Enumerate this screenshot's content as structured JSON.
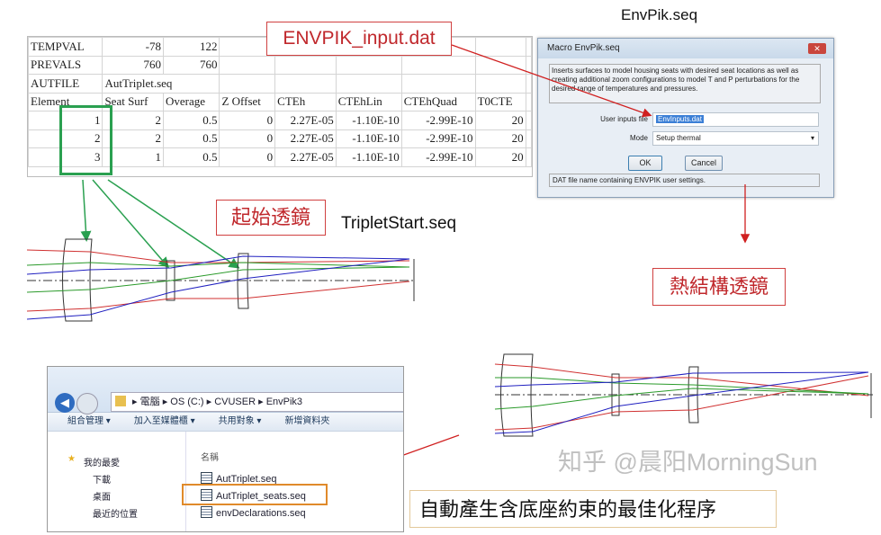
{
  "spreadsheet": {
    "rows": [
      [
        "TEMPVAL",
        "-78",
        "122",
        "",
        "",
        "",
        "",
        "",
        ""
      ],
      [
        "PREVALS",
        "760",
        "760",
        "",
        "",
        "",
        "",
        "",
        ""
      ],
      [
        "AUTFILE",
        "AutTriplet.seq",
        "",
        "",
        "",
        "",
        "",
        "",
        ""
      ],
      [
        "Element",
        "Seat Surf",
        "Overage",
        "Z Offset",
        "CTEh",
        "CTEhLin",
        "CTEhQuad",
        "T0CTE",
        ""
      ],
      [
        "1",
        "2",
        "0.5",
        "0",
        "2.27E-05",
        "-1.10E-10",
        "-2.99E-10",
        "20",
        ""
      ],
      [
        "2",
        "2",
        "0.5",
        "0",
        "2.27E-05",
        "-1.10E-10",
        "-2.99E-10",
        "20",
        ""
      ],
      [
        "3",
        "1",
        "0.5",
        "0",
        "2.27E-05",
        "-1.10E-10",
        "-2.99E-10",
        "20",
        ""
      ]
    ]
  },
  "labels": {
    "envpik_input": "ENVPIK_input.dat",
    "envpik_seq": "EnvPik.seq",
    "start_lens": "起始透鏡",
    "triplet_start": "TripletStart.seq",
    "thermal_lens": "熱結構透鏡",
    "auto_opt": "自動產生含底座約束的最佳化程序",
    "watermark": "知乎 @晨阳MorningSun"
  },
  "dialog": {
    "title": "Macro EnvPik.seq",
    "close": "✕",
    "description": "Inserts surfaces to model housing seats with desired seat locations as well as creating additional zoom configurations to model T and P perturbations for the desired range of temperatures and pressures.",
    "user_inputs_label": "User inputs file",
    "user_inputs_value": "EnvInputs.dat",
    "mode_label": "Mode",
    "mode_value": "Setup thermal",
    "ok": "OK",
    "cancel": "Cancel",
    "status": "DAT file name containing ENVPIK user settings."
  },
  "explorer": {
    "breadcrumb": [
      "電腦",
      "OS (C:)",
      "CVUSER",
      "EnvPik3"
    ],
    "toolbar": [
      "組合管理 ▾",
      "加入至媒體櫃 ▾",
      "共用對象 ▾",
      "新增資料夾"
    ],
    "nav": [
      "我的最愛",
      "下載",
      "桌面",
      "最近的位置"
    ],
    "column_header": "名稱",
    "files": [
      "AutTriplet.seq",
      "AutTriplet_seats.seq",
      "envDeclarations.seq"
    ]
  },
  "colors": {
    "red": "#c0282c",
    "green": "#2aa050",
    "orange": "#e08a2a",
    "blue": "#2020c0"
  }
}
